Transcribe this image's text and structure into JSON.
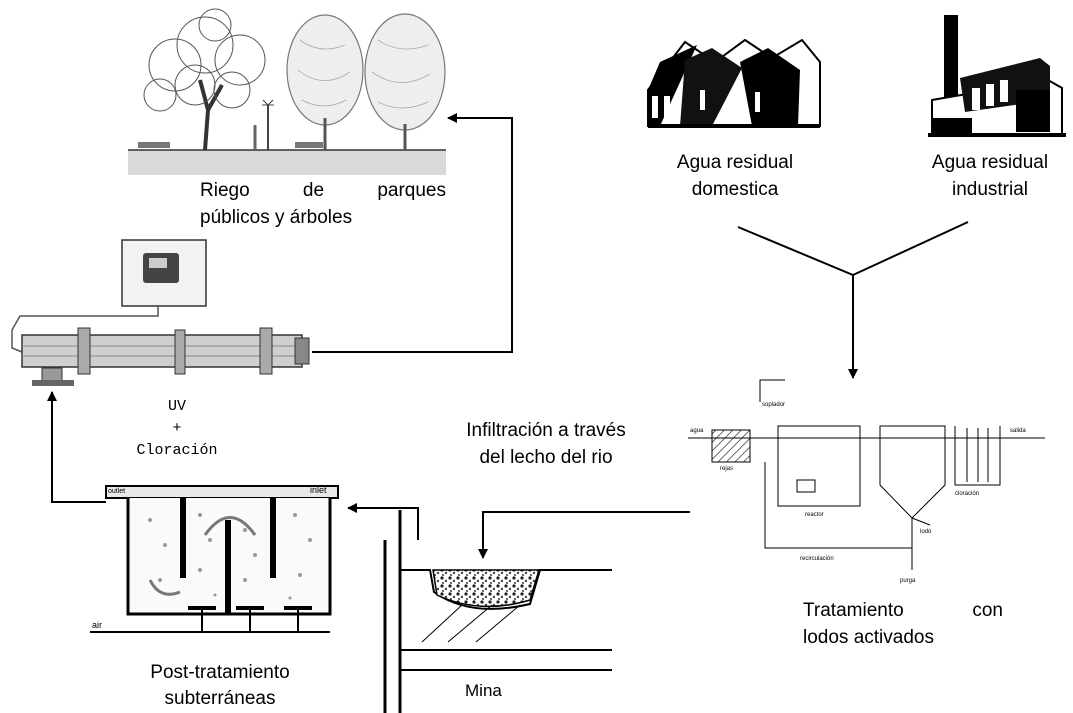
{
  "labels": {
    "riego_line1": [
      "Riego",
      "de",
      "parques"
    ],
    "riego_line2": "públicos y árboles",
    "agua_domestica_1": "Agua residual",
    "agua_domestica_2": "domestica",
    "agua_industrial_1": "Agua residual",
    "agua_industrial_2": "industrial",
    "uv_1": "UV",
    "uv_2": "+",
    "uv_3": "Cloración",
    "infiltracion_1": "Infiltración a través",
    "infiltracion_2": "del lecho del rio",
    "tratamiento_line1": [
      "Tratamiento",
      "con"
    ],
    "tratamiento_line2": "lodos activados",
    "post_1": "Post-tratamiento",
    "post_2": "subterráneas",
    "mina": "Mina"
  },
  "tank_labels": {
    "outlet": "outlet",
    "inlet": "inlet",
    "air": "air"
  }
}
